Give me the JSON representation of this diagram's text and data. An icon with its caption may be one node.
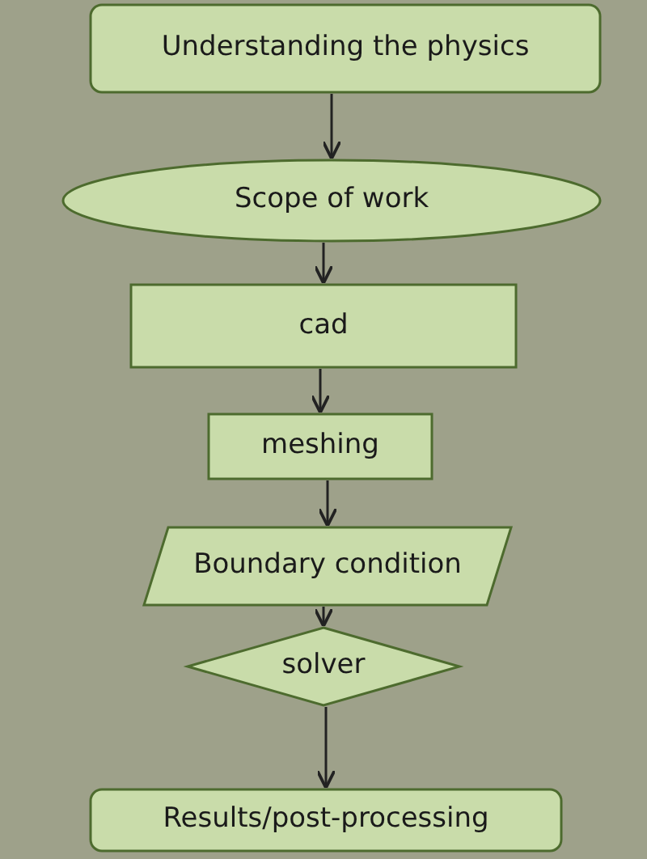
{
  "diagram": {
    "nodes": [
      {
        "text": [
          "Understanding the physics"
        ]
      },
      {
        "text": [
          "Scope of work"
        ]
      },
      {
        "text": [
          "cad"
        ]
      },
      {
        "text": [
          "meshing"
        ]
      },
      {
        "text": [
          "Boundary condition"
        ]
      },
      {
        "text": [
          "solver"
        ]
      },
      {
        "text": [
          "Results/post-processing"
        ]
      }
    ],
    "edges": [
      {
        "from": 0,
        "to": 1,
        "arrow": "to"
      },
      {
        "from": 1,
        "to": 2,
        "arrow": "to"
      },
      {
        "from": 2,
        "to": 3,
        "arrow": "to"
      },
      {
        "from": 3,
        "to": 4,
        "arrow": "to"
      },
      {
        "from": 4,
        "to": 5,
        "arrow": "to"
      },
      {
        "from": 5,
        "to": 6,
        "arrow": "to"
      }
    ]
  }
}
